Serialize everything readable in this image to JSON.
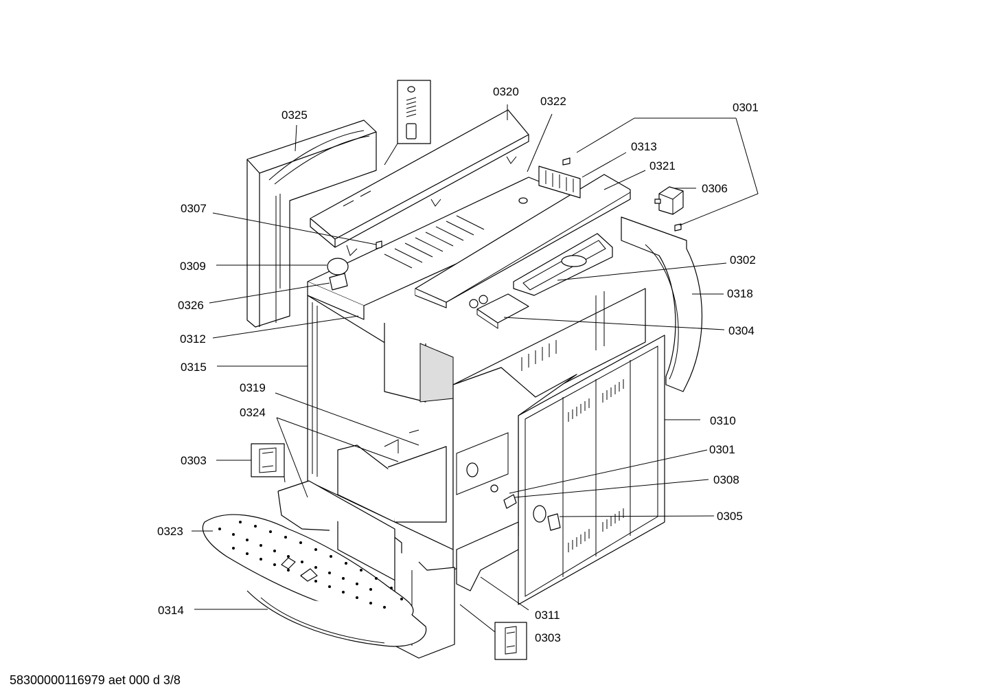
{
  "footer_code": "58300000116979 aet 000 d 3/8",
  "labels": {
    "p0301a": "0301",
    "p0301b": "0301",
    "p0302": "0302",
    "p0303a": "0303",
    "p0303b": "0303",
    "p0304": "0304",
    "p0305": "0305",
    "p0306": "0306",
    "p0307": "0307",
    "p0308": "0308",
    "p0309": "0309",
    "p0310": "0310",
    "p0311": "0311",
    "p0312": "0312",
    "p0313": "0313",
    "p0314": "0314",
    "p0315": "0315",
    "p0318": "0318",
    "p0319": "0319",
    "p0320": "0320",
    "p0321": "0321",
    "p0322": "0322",
    "p0323": "0323",
    "p0324": "0324",
    "p0325": "0325",
    "p0326": "0326"
  }
}
